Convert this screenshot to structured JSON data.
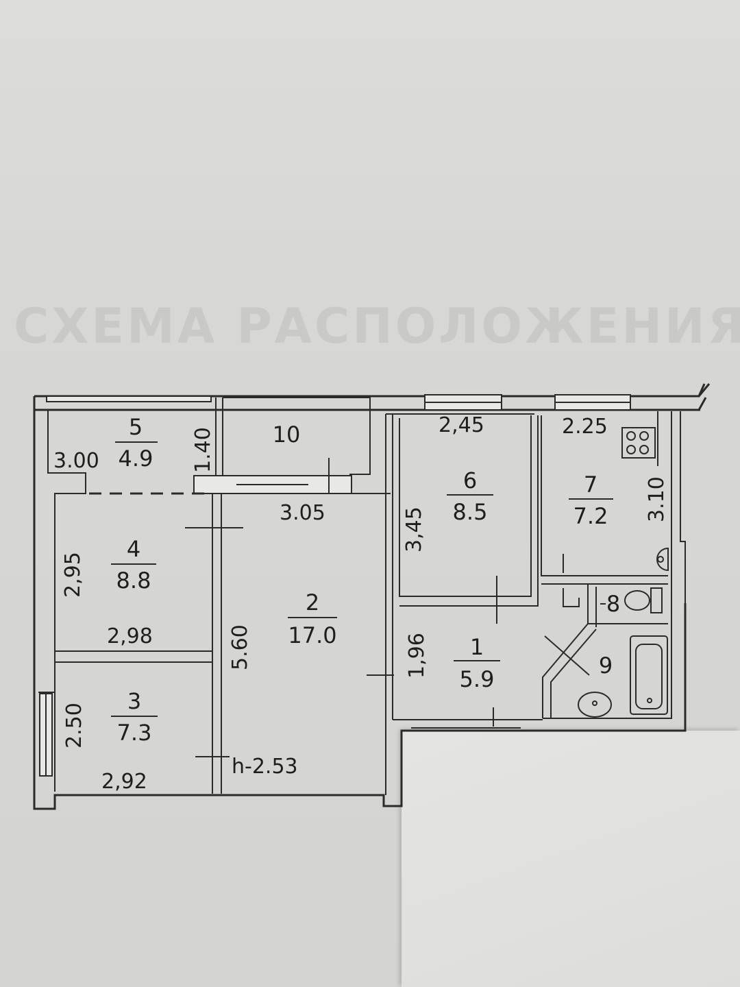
{
  "colors": {
    "paper": "#d9d9d7",
    "ink": "#2a2a2a"
  },
  "ghost_text": "СХЕМА РАСПОЛОЖЕНИЯ",
  "rooms": {
    "r1": {
      "num": "1",
      "area": "5.9"
    },
    "r2": {
      "num": "2",
      "area": "17.0"
    },
    "r3": {
      "num": "3",
      "area": "7.3"
    },
    "r4": {
      "num": "4",
      "area": "8.8"
    },
    "r5": {
      "num": "5",
      "area": "4.9"
    },
    "r6": {
      "num": "6",
      "area": "8.5"
    },
    "r7": {
      "num": "7",
      "area": "7.2"
    },
    "r8": {
      "num": "8"
    },
    "r9": {
      "num": "9"
    },
    "r10": {
      "num": "10"
    }
  },
  "dimensions": {
    "d_300": "3.00",
    "d_140": "1.40",
    "d_305": "3.05",
    "d_295": "2,95",
    "d_298": "2,98",
    "d_250": "2.50",
    "d_292": "2,92",
    "d_560": "5.60",
    "d_245": "2,45",
    "d_345": "3,45",
    "d_225": "2.25",
    "d_310": "3.10",
    "d_196": "1,96",
    "d_h": "h-2.53"
  }
}
